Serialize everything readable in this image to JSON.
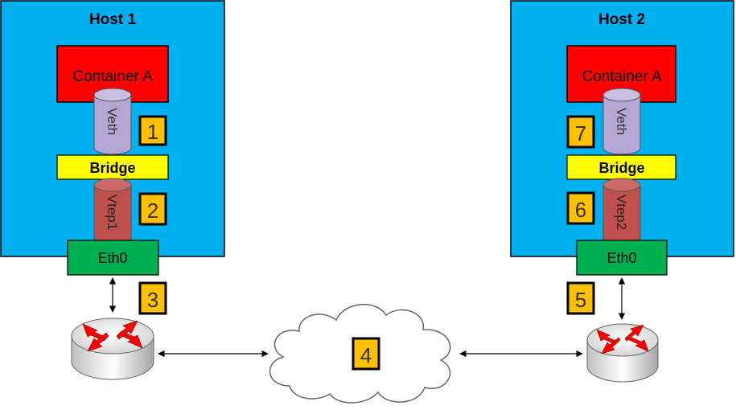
{
  "hosts": [
    {
      "label": "Host 1",
      "container": "Container A",
      "veth": "Veth",
      "bridge": "Bridge",
      "vtep": "Vtep1",
      "eth": "Eth0",
      "veth_step": "1",
      "vtep_step": "2",
      "link_step": "3"
    },
    {
      "label": "Host 2",
      "container": "Container A",
      "veth": "Veth",
      "bridge": "Bridge",
      "vtep": "Vtep2",
      "eth": "Eth0",
      "veth_step": "7",
      "vtep_step": "6",
      "link_step": "5"
    }
  ],
  "network": {
    "step": "4"
  },
  "colors": {
    "host": "#00b0f0",
    "container": "#ff0000",
    "veth": "#b4a7d6",
    "vtep": "#c0504d",
    "bridge": "#ffff00",
    "eth": "#00b050",
    "badge": "#ffc000",
    "router_arrow": "#ff0000"
  }
}
